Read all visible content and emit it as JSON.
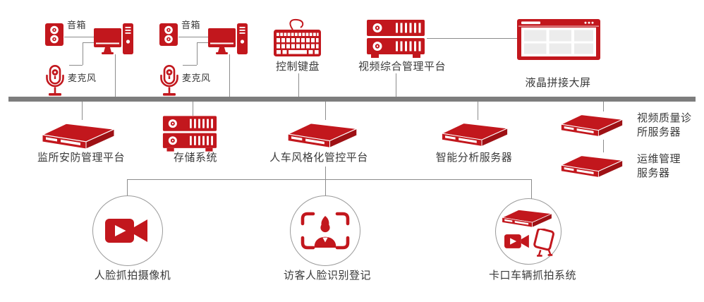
{
  "colors": {
    "accent": "#c2171d",
    "accent_dark": "#9e1115",
    "bus": "#7d7d7d",
    "line": "#8c8c8c",
    "text": "#3a3a3a",
    "tile": "#ececec",
    "circle_border": "#9b9b9b"
  },
  "nodes": {
    "speaker1": "音箱",
    "mic1": "麦克风",
    "speaker2": "音箱",
    "mic2": "麦克风",
    "keyboard": "控制键盘",
    "video_mgmt_platform": "视频综合管理平台",
    "lcd_wall": "液晶拼接大屏",
    "prison_security_platform": "监所安防管理平台",
    "storage_system": "存储系统",
    "person_vehicle_platform": "人车风格化管控平台",
    "intelligent_analysis_server": "智能分析服务器",
    "video_quality_server": "视频质量诊\n所服务器",
    "ops_mgmt_server": "运维管理\n服务器",
    "face_capture_camera": "人脸抓拍摄像机",
    "visitor_face_registration": "访客人脸识别登记",
    "checkpoint_vehicle_capture": "卡口车辆抓拍系统"
  }
}
